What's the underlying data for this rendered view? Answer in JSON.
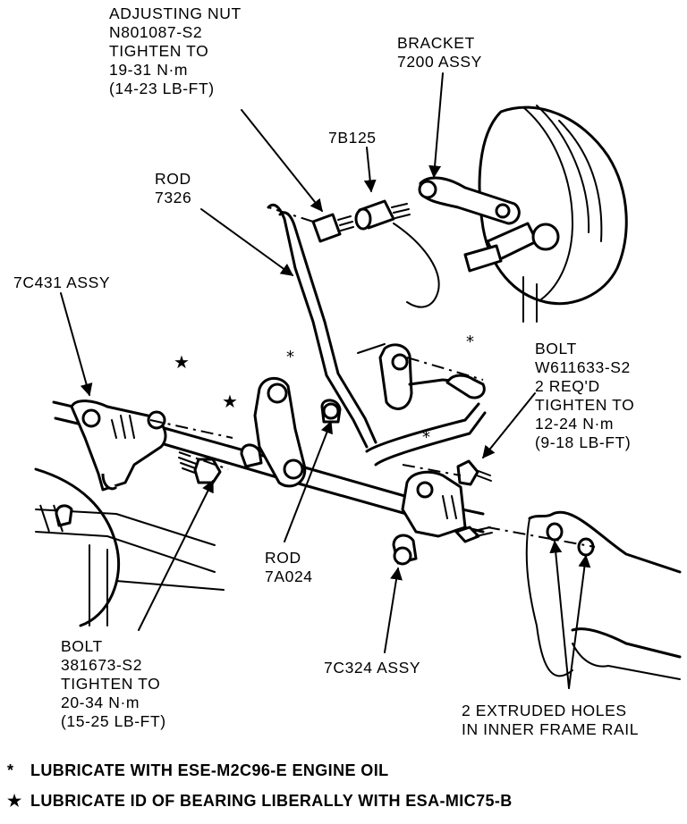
{
  "labels": {
    "adjusting_nut": "ADJUSTING NUT\nN801087-S2\nTIGHTEN TO\n19-31 N·m\n(14-23 LB-FT)",
    "bracket": "BRACKET\n7200 ASSY",
    "part_7b125": "7B125",
    "rod_7326": "ROD\n7326",
    "part_7c431": "7C431 ASSY",
    "bolt_w611633": "BOLT\nW611633-S2\n2 REQ'D\nTIGHTEN TO\n12-24 N·m\n(9-18 LB-FT)",
    "rod_7a024": "ROD\n7A024",
    "bolt_381673": "BOLT\n381673-S2\nTIGHTEN TO\n20-34 N·m\n(15-25 LB-FT)",
    "part_7c324": "7C324 ASSY",
    "extruded_holes": "2 EXTRUDED HOLES\nIN INNER FRAME RAIL"
  },
  "legend": {
    "asterisk_symbol": "*",
    "asterisk_text": "LUBRICATE WITH ESE-M2C96-E ENGINE OIL",
    "star_symbol": "★",
    "star_text": "LUBRICATE ID OF BEARING LIBERALLY WITH ESA-MIC75-B"
  }
}
